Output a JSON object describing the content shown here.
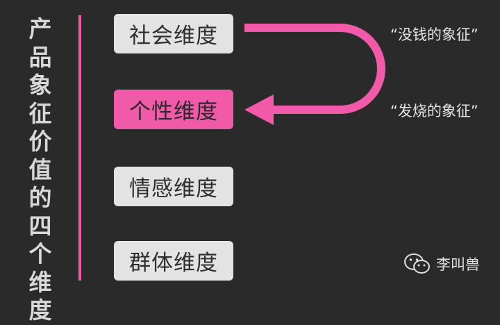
{
  "title_chars": [
    "产",
    "品",
    "象",
    "征",
    "价",
    "值",
    "的",
    "四",
    "个",
    "维",
    "度"
  ],
  "dimensions": [
    {
      "label": "社会维度",
      "active": false
    },
    {
      "label": "个性维度",
      "active": true
    },
    {
      "label": "情感维度",
      "active": false
    },
    {
      "label": "群体维度",
      "active": false
    }
  ],
  "notes": {
    "top": "“没钱的象征”",
    "bottom": "“发烧的象征”"
  },
  "watermark": {
    "icon": "wechat-icon",
    "text": "李叫兽"
  },
  "colors": {
    "accent": "#f05aa8",
    "box": "#e3e3e3",
    "background": "#2b2a2a"
  }
}
